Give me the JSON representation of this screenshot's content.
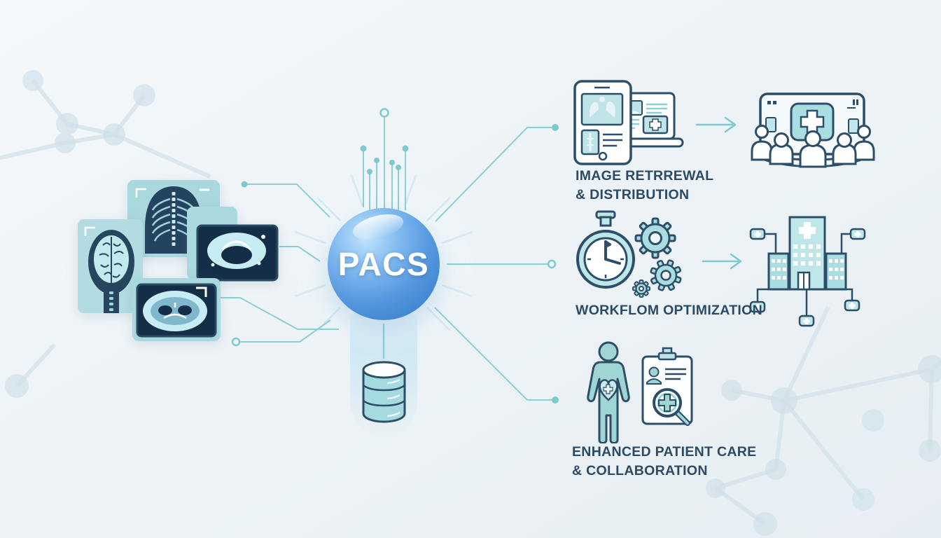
{
  "center": {
    "label": "PACS",
    "sphere_color": "#4a90d9"
  },
  "branches": [
    {
      "label_line1": "IMAGE RETRREWAL",
      "label_line2": "& DISTRIBUTION",
      "source_icon": "tablet-laptop-icon",
      "target_icon": "conference-screen-icon"
    },
    {
      "label_line1": "WORKFLOM OPTIMIZATION",
      "label_line2": "",
      "source_icon": "stopwatch-gears-icon",
      "target_icon": "hospital-network-icon"
    },
    {
      "label_line1": "ENHANCED PATIENT CARE",
      "label_line2": "& COLLABORATION",
      "source_icon": "patient-heart-chart-icon",
      "target_icon": ""
    }
  ],
  "scans": {
    "items": [
      {
        "icon": "brain-mri-thumbnail"
      },
      {
        "icon": "chest-xray-thumbnail"
      },
      {
        "icon": "pelvis-ct-thumbnail"
      },
      {
        "icon": "axial-ct-thumbnail"
      }
    ]
  },
  "database": {
    "icon": "database-icon"
  },
  "colors": {
    "line_teal": "#8ccfd6",
    "outline_navy": "#2d4e68",
    "fill_teal": "#a9dde2",
    "label_navy": "#2b4a66",
    "network_faint": "#cfe0e9"
  }
}
